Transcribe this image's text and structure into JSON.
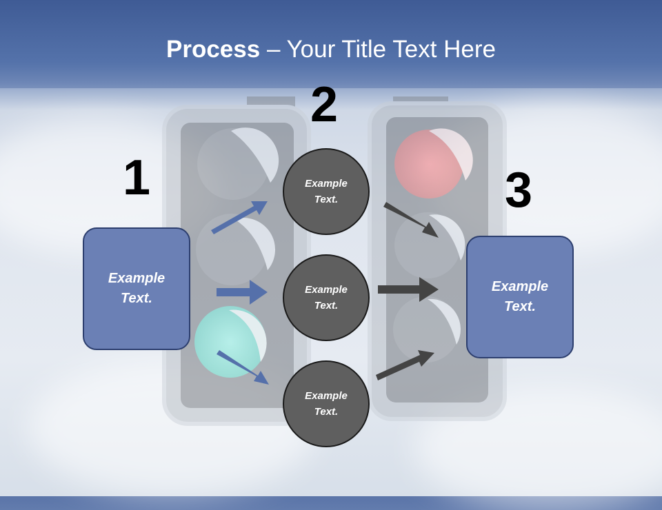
{
  "title": {
    "bold": "Process",
    "rest": " – Your Title Text Here"
  },
  "steps": {
    "one": "1",
    "two": "2",
    "three": "3"
  },
  "left_box": {
    "line1": "Example",
    "line2": "Text."
  },
  "right_box": {
    "line1": "Example",
    "line2": "Text."
  },
  "circles": [
    {
      "line1": "Example",
      "line2": "Text."
    },
    {
      "line1": "Example",
      "line2": "Text."
    },
    {
      "line1": "Example",
      "line2": "Text."
    }
  ],
  "colors": {
    "title_band": "#4a64a0",
    "box_fill": "#6b80b5",
    "box_border": "#2c3e6e",
    "circle_fill": "#5f5f5f",
    "blue_arrow": "#5570aa",
    "dark_arrow": "#444444",
    "red_light": "#e05050",
    "green_light": "#3fd6c0"
  }
}
